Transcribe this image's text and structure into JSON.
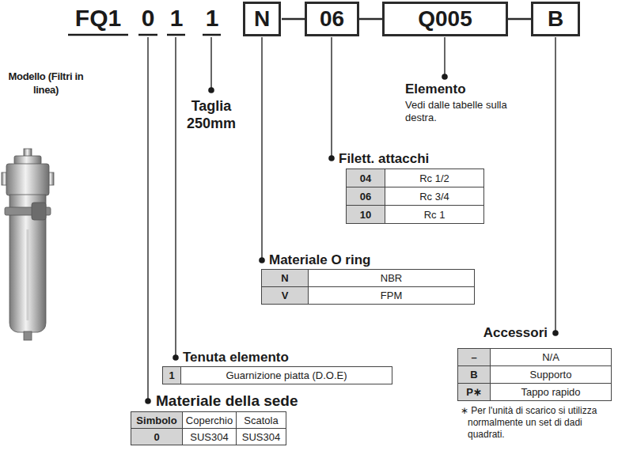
{
  "diagram": {
    "nodes": [
      {
        "text": [
          "N"
        ]
      },
      {
        "text": [
          "06"
        ]
      },
      {
        "text": [
          "Q005"
        ]
      },
      {
        "text": [
          "B"
        ]
      }
    ],
    "labels": [
      "FQ1",
      "0",
      "1",
      "1",
      "Modello (Filtri in linea)",
      "Taglia 250mm",
      "Elemento",
      "Vedi dalle tabelle sulla destra.",
      "Filett. attacchi",
      "04",
      "Rc 1/2",
      "06",
      "Rc 3/4",
      "10",
      "Rc 1",
      "Materiale O ring",
      "N",
      "NBR",
      "V",
      "FPM",
      "Tenuta elemento",
      "1",
      "Guarnizione piatta (D.O.E)",
      "Accessori",
      "–",
      "N/A",
      "B",
      "Supporto",
      "P∗",
      "Tappo rapido",
      "∗ Per l'unità di scarico si utilizza normalmente un set di dadi quadrati.",
      "Materiale della sede",
      "Simbolo",
      "Coperchio",
      "Scatola",
      "0",
      "SUS304",
      "SUS304"
    ]
  }
}
